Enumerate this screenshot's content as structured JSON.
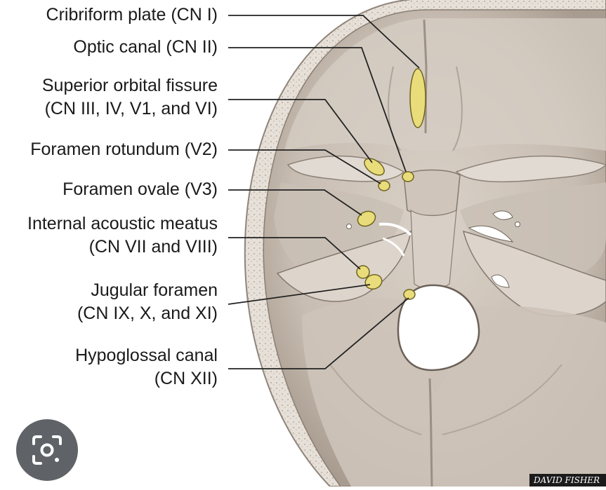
{
  "labels": [
    {
      "key": "cribriform",
      "lines": [
        "Cribriform plate (CN I)"
      ]
    },
    {
      "key": "optic",
      "lines": [
        "Optic canal (CN II)"
      ]
    },
    {
      "key": "sof",
      "lines": [
        "Superior orbital fissure",
        "(CN III, IV, V1, and VI)"
      ]
    },
    {
      "key": "rotundum",
      "lines": [
        "Foramen rotundum (V2)"
      ]
    },
    {
      "key": "ovale",
      "lines": [
        "Foramen ovale (V3) "
      ]
    },
    {
      "key": "iam",
      "lines": [
        "Internal acoustic meatus",
        "(CN VII and VIII)"
      ]
    },
    {
      "key": "jugular",
      "lines": [
        "Jugular foramen",
        "(CN IX, X, and XI)"
      ]
    },
    {
      "key": "hypoglossal",
      "lines": [
        "Hypoglossal canal",
        "(CN XII)"
      ]
    }
  ],
  "signature": "DAVID FISHER",
  "icons": {
    "lens": "google-lens-icon"
  },
  "colors": {
    "bone": "#d2c9c0",
    "bone_shadow": "#9c8f84",
    "foramen": "#e9dc7a",
    "leader": "#222222",
    "lens_button": "#5f6368"
  }
}
